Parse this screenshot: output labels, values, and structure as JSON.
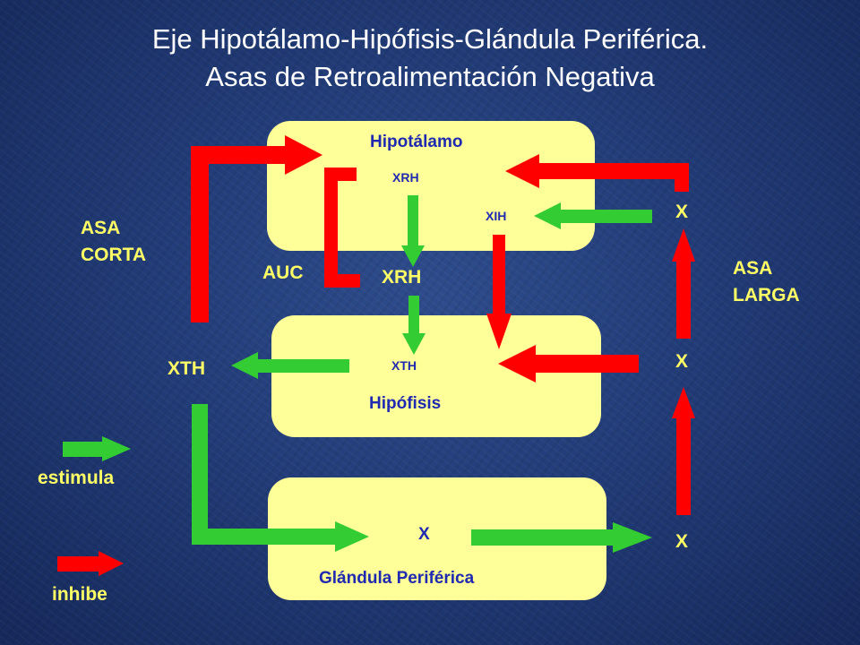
{
  "title": {
    "line1": "Eje Hipotálamo-Hipófisis-Glándula Periférica.",
    "line2": "Asas de Retroalimentación Negativa"
  },
  "boxes": {
    "hipotalamo": "Hipotálamo",
    "hipofisis": "Hipófisis",
    "glandula": "Glándula Periférica"
  },
  "labels": {
    "xrh_small": "XRH",
    "xih": "XIH",
    "xrh_big": "XRH",
    "auc": "AUC",
    "xth_small": "XTH",
    "xth_big": "XTH",
    "x_gland": "X",
    "x_top": "X",
    "x_mid": "X",
    "x_bottom": "X",
    "asa_corta_1": "ASA",
    "asa_corta_2": "CORTA",
    "asa_larga_1": "ASA",
    "asa_larga_2": "LARGA"
  },
  "legend": {
    "estimula": "estimula",
    "inhibe": "inhibe"
  },
  "colors": {
    "background": "#223c78",
    "box": "#ffff99",
    "stimulate": "#33cc33",
    "inhibit": "#ff0000",
    "label_blue": "#1f2ab0",
    "label_yellow": "#ffff66"
  }
}
